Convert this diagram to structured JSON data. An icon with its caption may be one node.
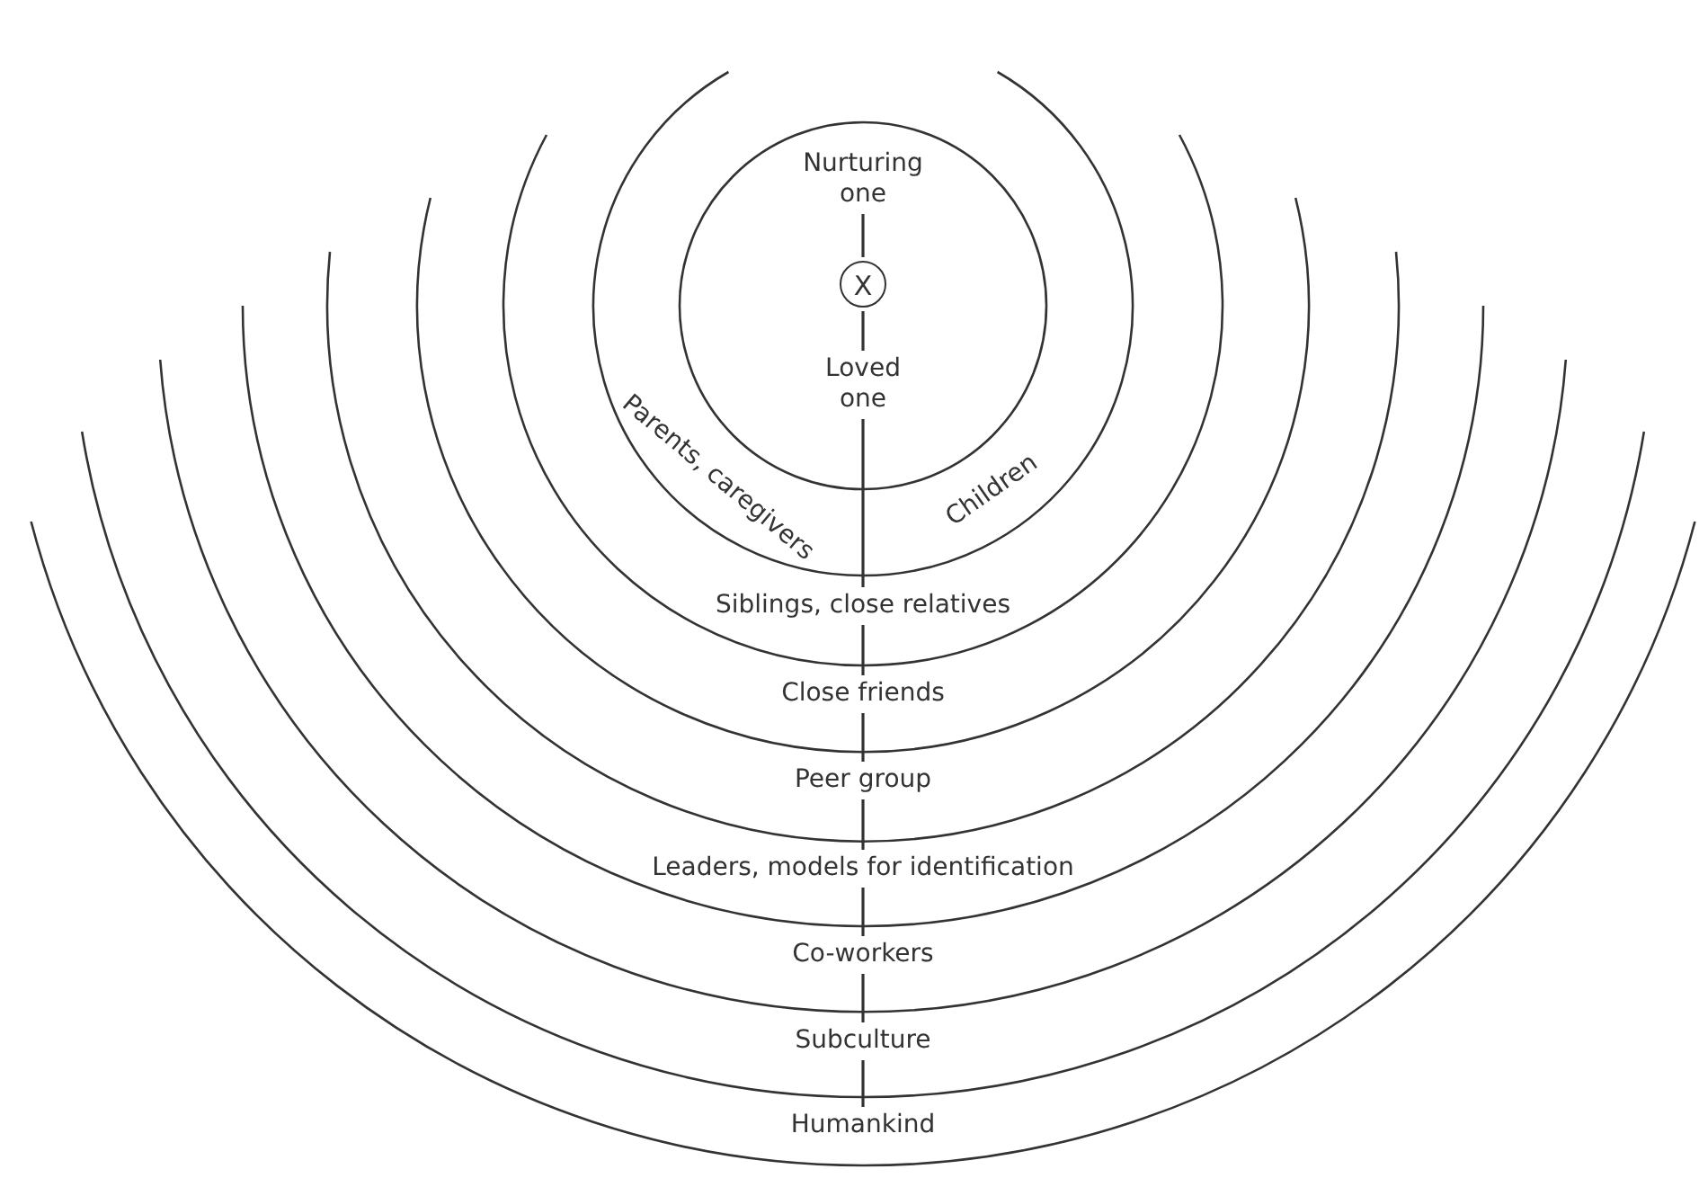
{
  "diagram": {
    "nodes": [
      {
        "text": [
          "Nurturing one"
        ]
      },
      {
        "text": [
          "X"
        ]
      },
      {
        "text": [
          "Loved one"
        ]
      },
      {
        "text": [
          "Parents, caregivers"
        ]
      },
      {
        "text": [
          "Children"
        ]
      },
      {
        "text": [
          "Siblings, close relatives"
        ]
      },
      {
        "text": [
          "Close friends"
        ]
      },
      {
        "text": [
          "Peer group"
        ]
      },
      {
        "text": [
          "Leaders, models for identification"
        ]
      },
      {
        "text": [
          "Co-workers"
        ]
      },
      {
        "text": [
          "Subculture"
        ]
      },
      {
        "text": [
          "Humankind"
        ]
      }
    ],
    "edges": [
      {
        "from": 0,
        "to": 1,
        "arrow": "none"
      },
      {
        "from": 1,
        "to": 2,
        "arrow": "none"
      },
      {
        "from": 2,
        "to": 5,
        "arrow": "none"
      },
      {
        "from": 5,
        "to": 6,
        "arrow": "none"
      },
      {
        "from": 6,
        "to": 7,
        "arrow": "none"
      },
      {
        "from": 7,
        "to": 8,
        "arrow": "none"
      },
      {
        "from": 8,
        "to": 9,
        "arrow": "none"
      },
      {
        "from": 9,
        "to": 10,
        "arrow": "none"
      },
      {
        "from": 10,
        "to": 11,
        "arrow": "none"
      }
    ]
  }
}
